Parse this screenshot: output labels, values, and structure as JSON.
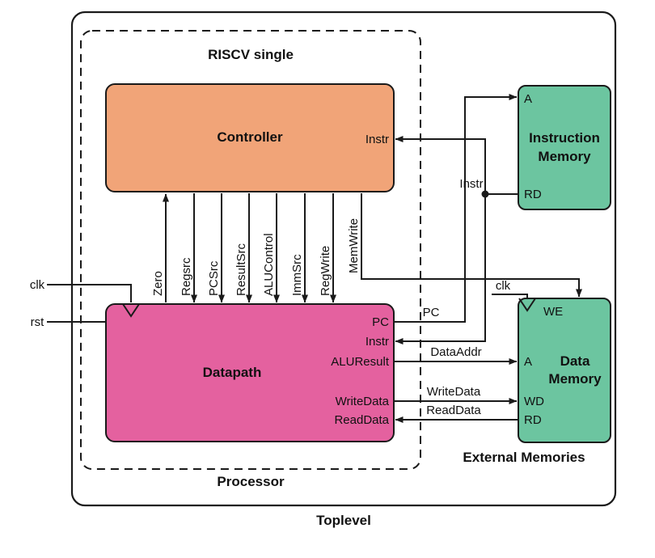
{
  "colors": {
    "controller_fill": "#f1a478",
    "datapath_fill": "#e4619f",
    "memory_fill": "#6cc5a0",
    "line": "#1a1a1a",
    "background": "#ffffff"
  },
  "labels": {
    "toplevel": "Toplevel",
    "processor": "Processor",
    "riscv_single": "RISCV single",
    "external_memories": "External Memories"
  },
  "blocks": {
    "controller": {
      "title": "Controller",
      "instr_port": "Instr"
    },
    "datapath": {
      "title": "Datapath",
      "ports": {
        "pc": "PC",
        "instr": "Instr",
        "aluresult": "ALUResult",
        "writedata": "WriteData",
        "readdata": "ReadData"
      }
    },
    "instruction_memory": {
      "title_line1": "Instruction",
      "title_line2": "Memory",
      "ports": {
        "a": "A",
        "rd": "RD"
      }
    },
    "data_memory": {
      "title_line1": "Data",
      "title_line2": "Memory",
      "ports": {
        "we": "WE",
        "a": "A",
        "wd": "WD",
        "rd": "RD"
      }
    }
  },
  "signals": {
    "zero": "Zero",
    "regsrc": "Regsrc",
    "pcsrc": "PCSrc",
    "resultsrc": "ResultSrc",
    "alucontrol": "ALUControl",
    "immsrc": "ImmSrc",
    "regwrite": "RegWrite",
    "memwrite": "MemWrite"
  },
  "wires": {
    "pc": "PC",
    "instr": "Instr",
    "dataaddr": "DataAddr",
    "writedata": "WriteData",
    "readdata": "ReadData"
  },
  "inputs": {
    "clk": "clk",
    "rst": "rst",
    "mem_clk": "clk"
  }
}
